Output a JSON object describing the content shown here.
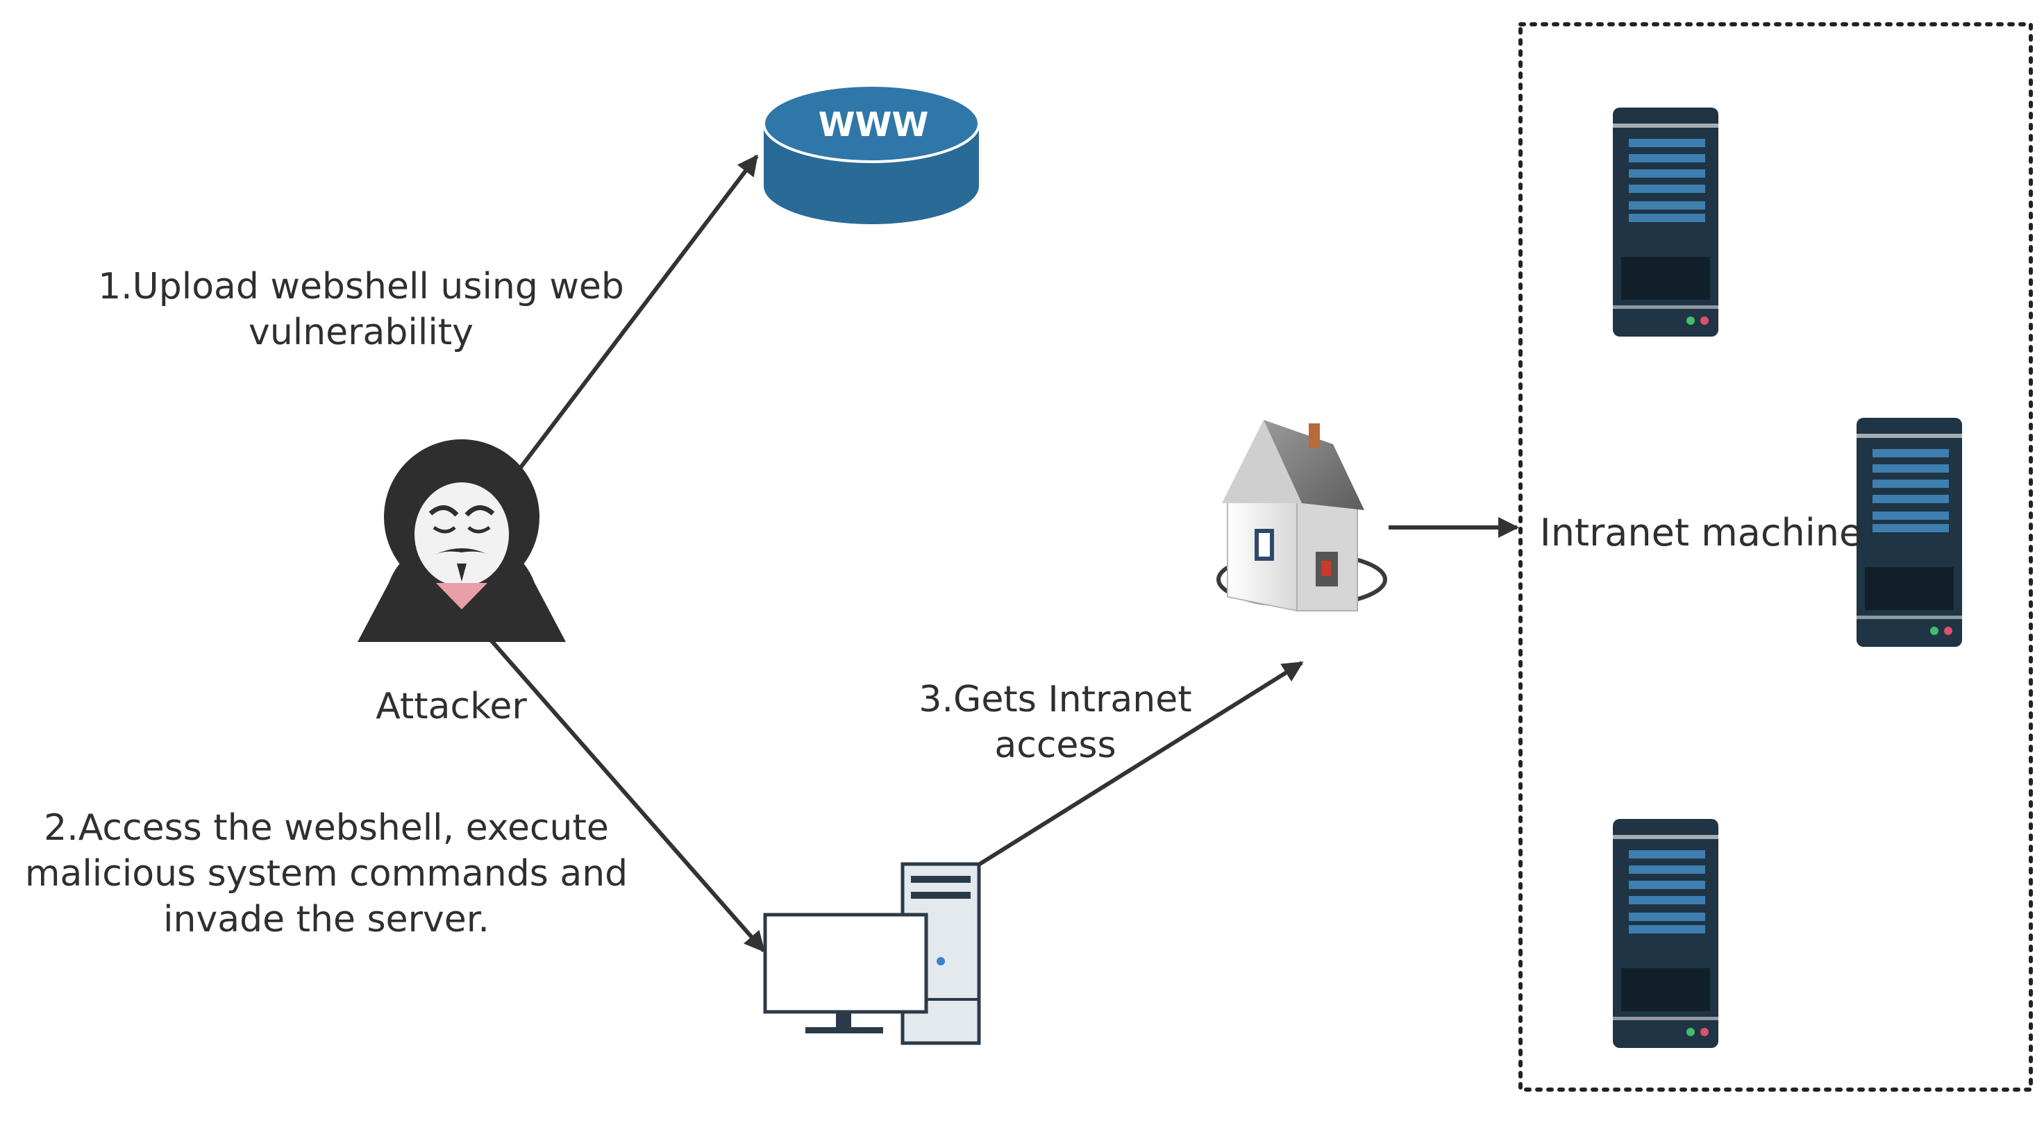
{
  "labels": {
    "step1": "1.Upload webshell using web\nvulnerability",
    "attacker": "Attacker",
    "step2": "2.Access the webshell, execute\nmalicious system commands and\ninvade the server.",
    "step3": "3.Gets Intranet\naccess",
    "intranet": "Intranet machine",
    "www": "WWW"
  },
  "nodes": [
    {
      "id": "attacker",
      "icon": "hacker-icon",
      "label": "Attacker"
    },
    {
      "id": "web",
      "icon": "www-database-icon",
      "label": "WWW"
    },
    {
      "id": "server",
      "icon": "desktop-computer-icon"
    },
    {
      "id": "house",
      "icon": "house-icon"
    },
    {
      "id": "intranet",
      "icon": "server-rack-icon",
      "label": "Intranet machine",
      "count": 3
    }
  ],
  "edges": [
    {
      "from": "attacker",
      "to": "web",
      "label": "1.Upload webshell using web vulnerability"
    },
    {
      "from": "attacker",
      "to": "server",
      "label": "2.Access the webshell, execute malicious system commands and invade the server."
    },
    {
      "from": "server",
      "to": "house",
      "label": "3.Gets Intranet access"
    },
    {
      "from": "house",
      "to": "intranet"
    }
  ],
  "colors": {
    "www_disk": "#2a6a96",
    "server_body": "#1f3444",
    "server_stripe": "#3e7fb0",
    "arrow": "#333333",
    "hood": "#2e2e2e"
  }
}
